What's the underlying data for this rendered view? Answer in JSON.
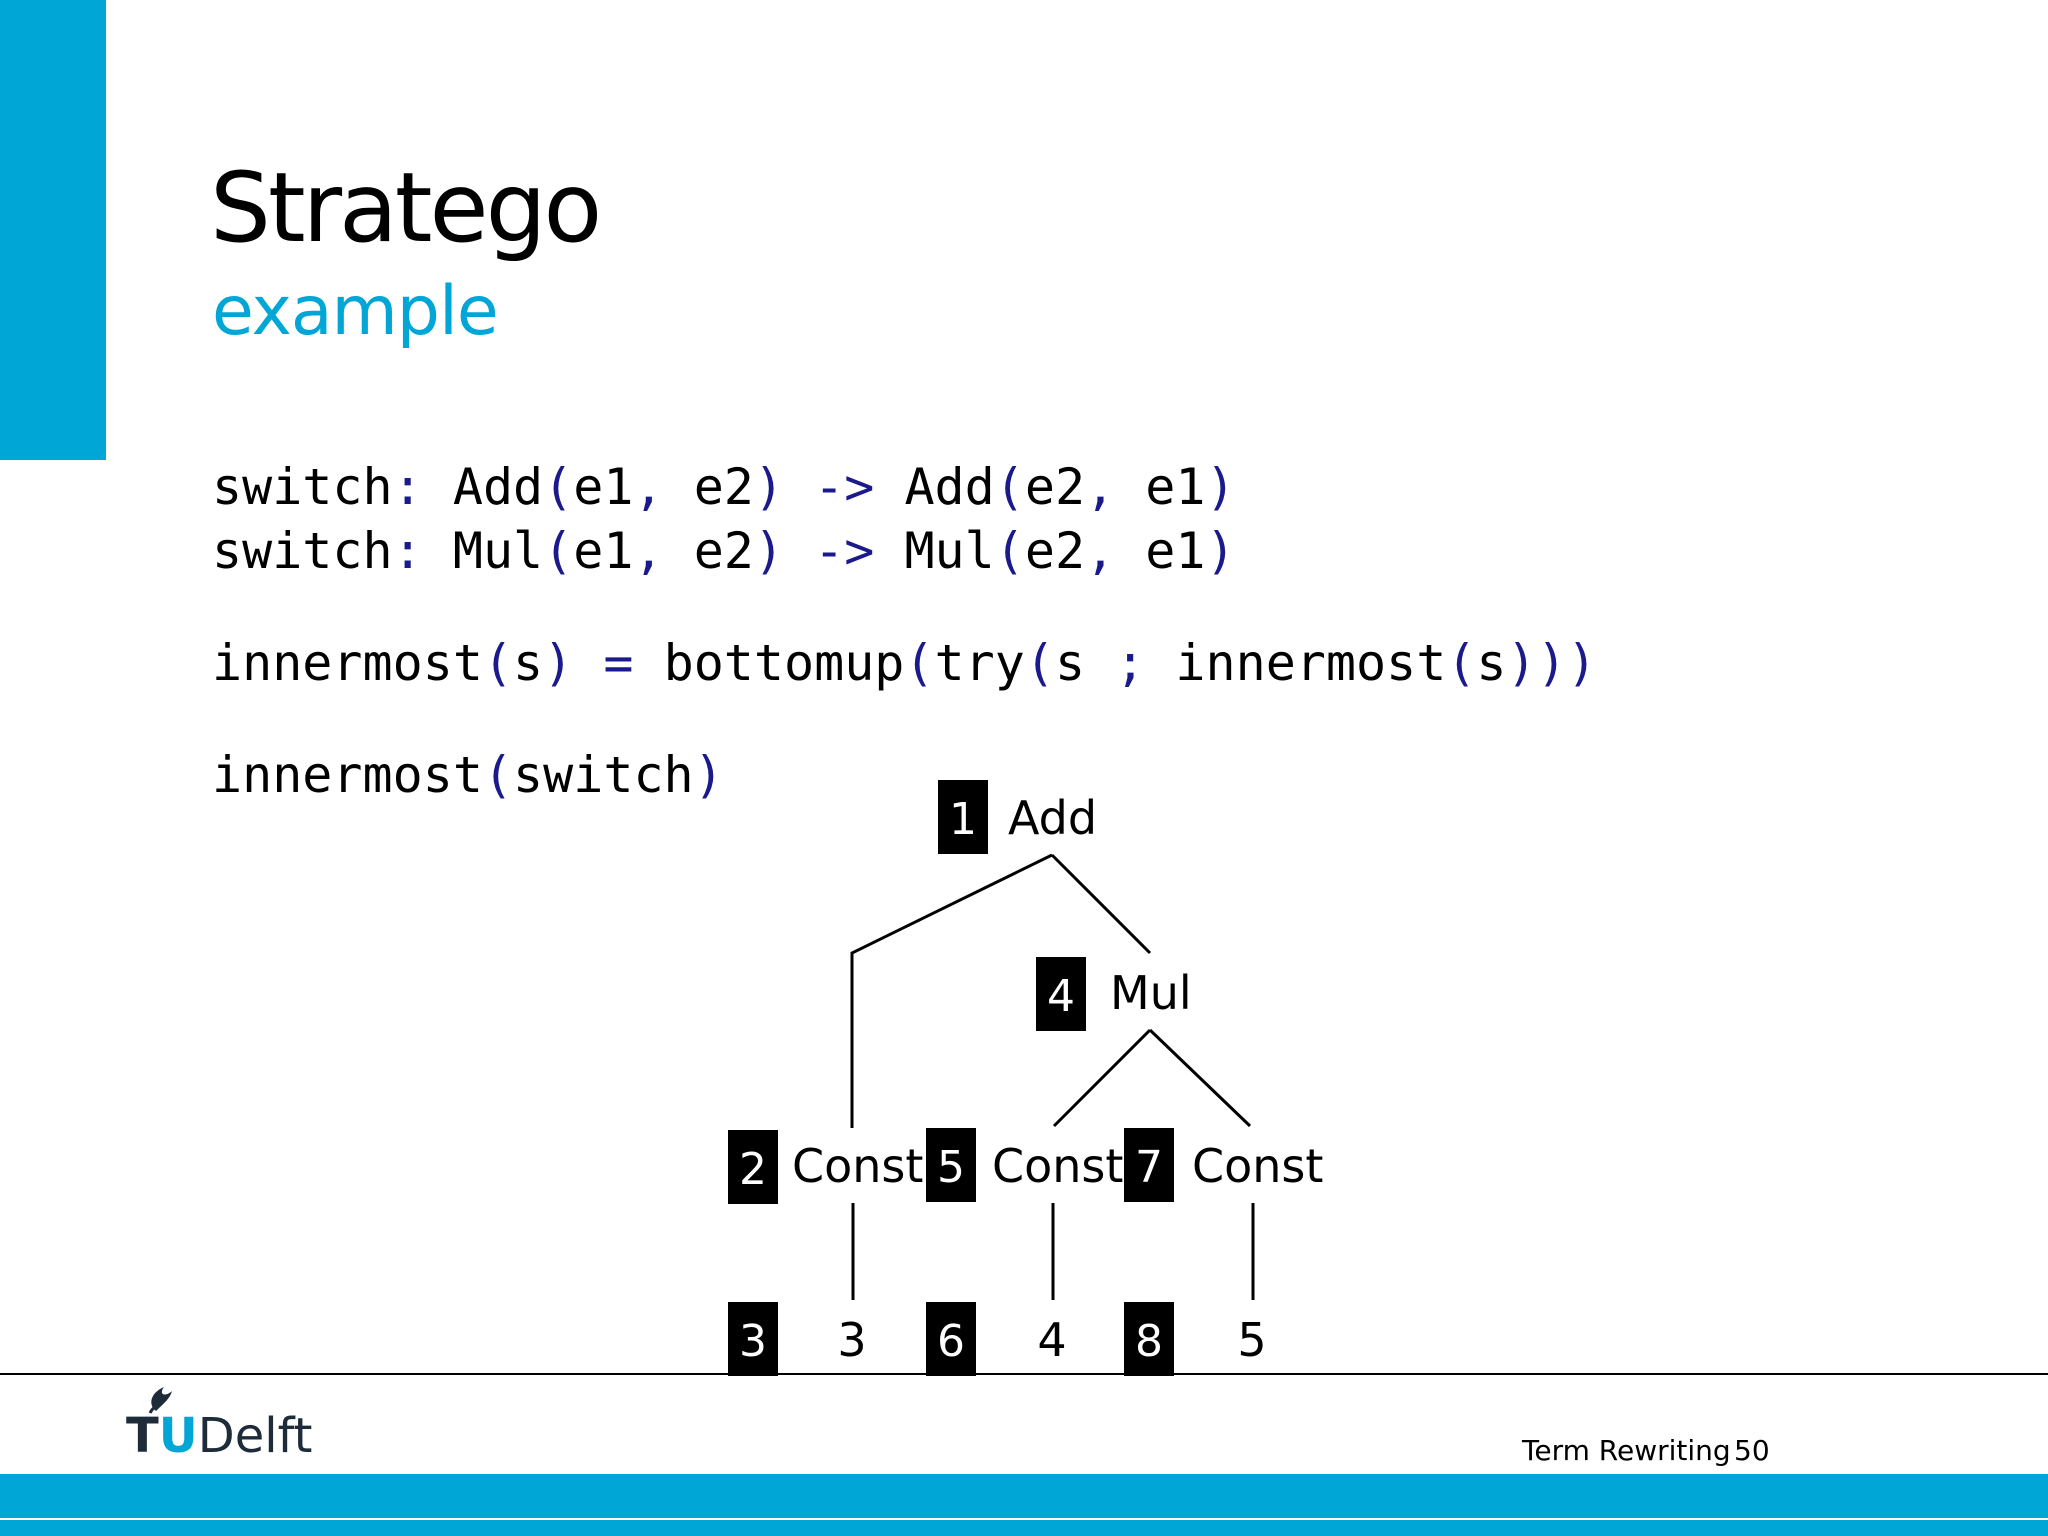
{
  "slide": {
    "title": "Stratego",
    "subtitle": "example",
    "code_lines": [
      [
        {
          "t": "switch"
        },
        {
          "t": ":",
          "p": true
        },
        {
          "t": " Add"
        },
        {
          "t": "(",
          "p": true
        },
        {
          "t": "e1"
        },
        {
          "t": ",",
          "p": true
        },
        {
          "t": " e2"
        },
        {
          "t": ")",
          "p": true
        },
        {
          "t": " "
        },
        {
          "t": "->",
          "p": true
        },
        {
          "t": " Add"
        },
        {
          "t": "(",
          "p": true
        },
        {
          "t": "e2"
        },
        {
          "t": ",",
          "p": true
        },
        {
          "t": " e1"
        },
        {
          "t": ")",
          "p": true
        }
      ],
      [
        {
          "t": "switch"
        },
        {
          "t": ":",
          "p": true
        },
        {
          "t": " Mul"
        },
        {
          "t": "(",
          "p": true
        },
        {
          "t": "e1"
        },
        {
          "t": ",",
          "p": true
        },
        {
          "t": " e2"
        },
        {
          "t": ")",
          "p": true
        },
        {
          "t": " "
        },
        {
          "t": "->",
          "p": true
        },
        {
          "t": " Mul"
        },
        {
          "t": "(",
          "p": true
        },
        {
          "t": "e2"
        },
        {
          "t": ",",
          "p": true
        },
        {
          "t": " e1"
        },
        {
          "t": ")",
          "p": true
        }
      ],
      [
        {
          "t": "innermost"
        },
        {
          "t": "(",
          "p": true
        },
        {
          "t": "s"
        },
        {
          "t": ")",
          "p": true
        },
        {
          "t": " "
        },
        {
          "t": "=",
          "p": true
        },
        {
          "t": " bottomup"
        },
        {
          "t": "(",
          "p": true
        },
        {
          "t": "try"
        },
        {
          "t": "(",
          "p": true
        },
        {
          "t": "s "
        },
        {
          "t": ";",
          "p": true
        },
        {
          "t": " innermost"
        },
        {
          "t": "(",
          "p": true
        },
        {
          "t": "s"
        },
        {
          "t": ")))",
          "p": true
        }
      ],
      [
        {
          "t": "innermost"
        },
        {
          "t": "(",
          "p": true
        },
        {
          "t": "switch"
        },
        {
          "t": ")",
          "p": true
        }
      ]
    ]
  },
  "tree": {
    "nodes": [
      {
        "id": "add",
        "badge": "1",
        "label": "Add"
      },
      {
        "id": "mul",
        "badge": "4",
        "label": "Mul"
      },
      {
        "id": "const-a",
        "badge": "2",
        "label": "Const"
      },
      {
        "id": "const-b",
        "badge": "5",
        "label": "Const"
      },
      {
        "id": "const-c",
        "badge": "7",
        "label": "Const"
      },
      {
        "id": "val-a",
        "badge": "3",
        "label": "3"
      },
      {
        "id": "val-b",
        "badge": "6",
        "label": "4"
      },
      {
        "id": "val-c",
        "badge": "8",
        "label": "5"
      }
    ]
  },
  "footer": {
    "logo_tu": "TU",
    "logo_delft": "Delft",
    "label": "Term Rewriting",
    "page": "50"
  },
  "colors": {
    "accent": "#00a6d6",
    "punctuation": "#1a1a8c"
  }
}
